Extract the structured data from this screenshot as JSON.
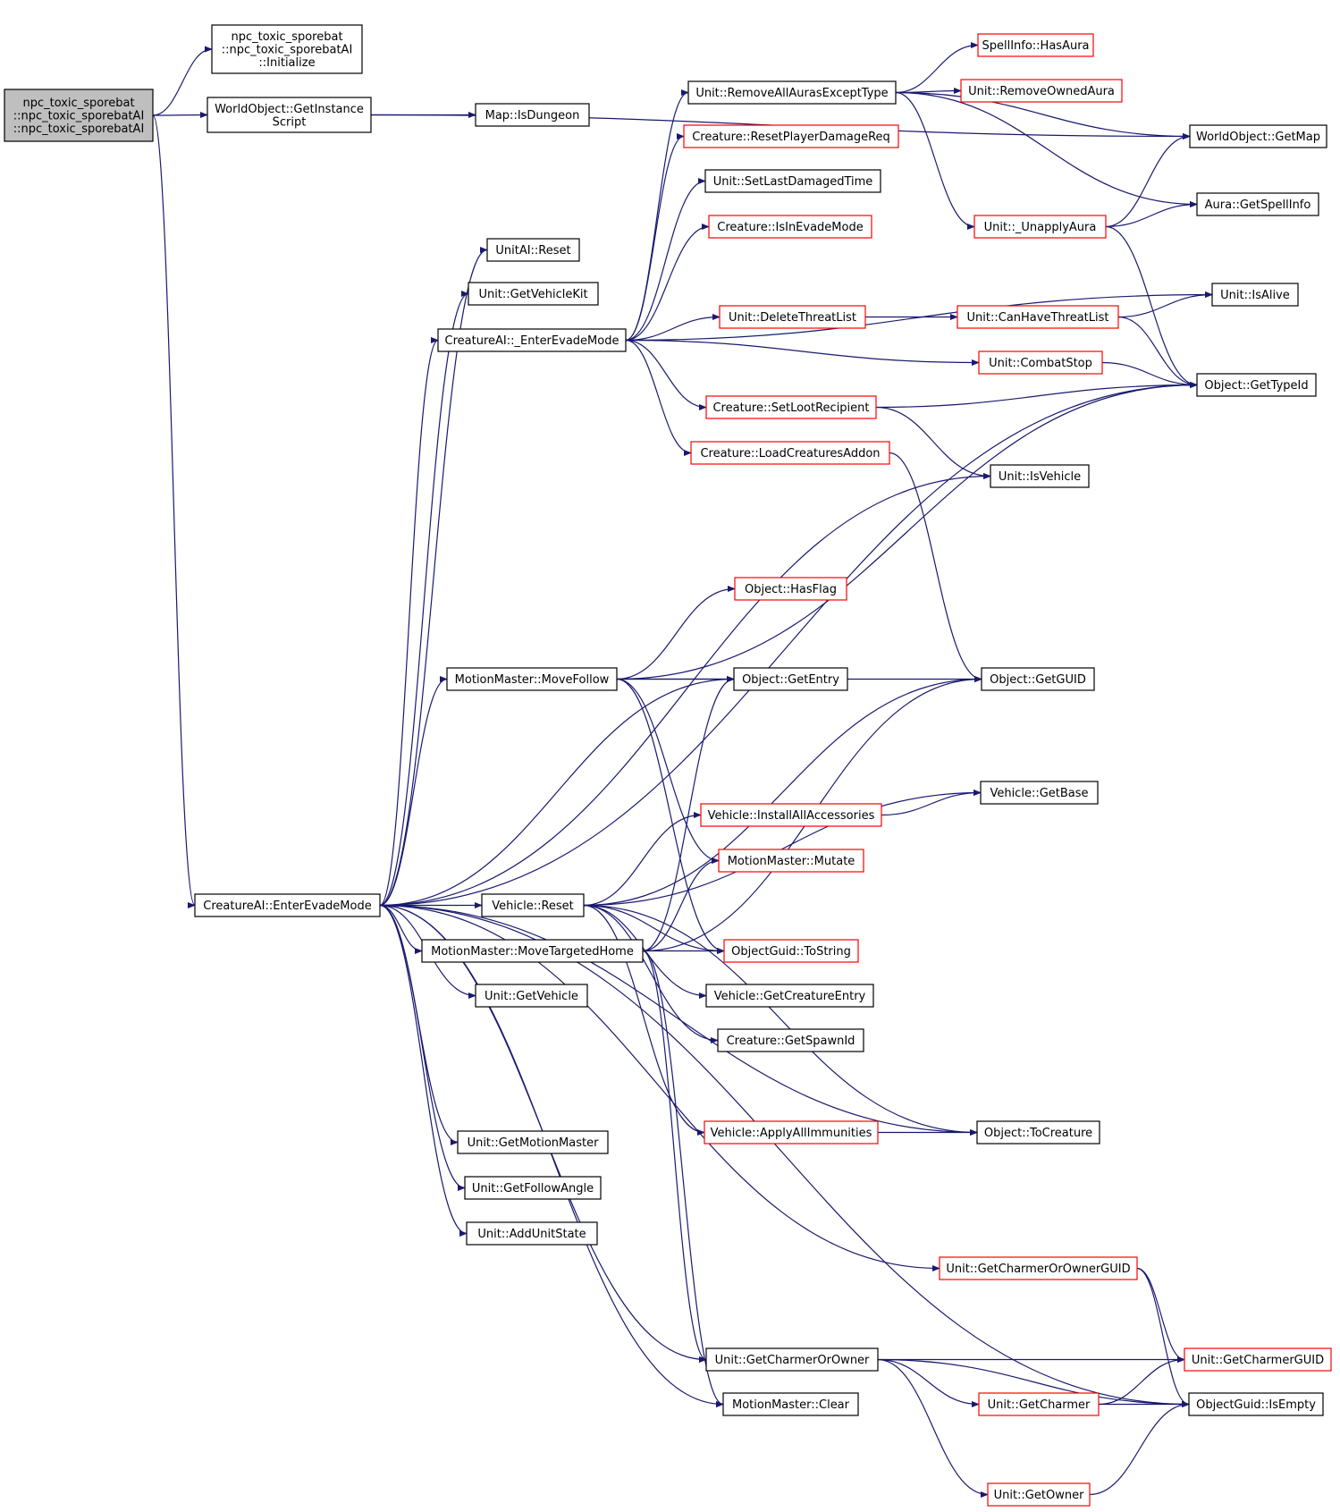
{
  "colors": {
    "edge": "#191970",
    "root_fill": "#bfbfbf",
    "node_fill": "#ffffff",
    "normal_border": "#000000",
    "truncated_border": "#ff0000"
  },
  "nodes": [
    {
      "id": "root",
      "lines": [
        "npc_toxic_sporebat",
        "::npc_toxic_sporebatAI",
        "::npc_toxic_sporebatAI"
      ],
      "style": "root"
    },
    {
      "id": "initialize",
      "lines": [
        "npc_toxic_sporebat",
        "::npc_toxic_sporebatAI",
        "::Initialize"
      ],
      "style": "normal"
    },
    {
      "id": "getinstancescript",
      "lines": [
        "WorldObject::GetInstance",
        "Script"
      ],
      "style": "normal"
    },
    {
      "id": "isdungeon",
      "lines": [
        "Map::IsDungeon"
      ],
      "style": "normal"
    },
    {
      "id": "removeallauras",
      "lines": [
        "Unit::RemoveAllAurasExceptType"
      ],
      "style": "normal"
    },
    {
      "id": "hasaura",
      "lines": [
        "SpellInfo::HasAura"
      ],
      "style": "red"
    },
    {
      "id": "removeownedaura",
      "lines": [
        "Unit::RemoveOwnedAura"
      ],
      "style": "red"
    },
    {
      "id": "getmap",
      "lines": [
        "WorldObject::GetMap"
      ],
      "style": "normal"
    },
    {
      "id": "resetplayerdamage",
      "lines": [
        "Creature::ResetPlayerDamageReq"
      ],
      "style": "red"
    },
    {
      "id": "setlastdamaged",
      "lines": [
        "Unit::SetLastDamagedTime"
      ],
      "style": "normal"
    },
    {
      "id": "getspellinfo",
      "lines": [
        "Aura::GetSpellInfo"
      ],
      "style": "normal"
    },
    {
      "id": "isinevade",
      "lines": [
        "Creature::IsInEvadeMode"
      ],
      "style": "red"
    },
    {
      "id": "unapplyaura",
      "lines": [
        "Unit::_UnapplyAura"
      ],
      "style": "red"
    },
    {
      "id": "unitaireset",
      "lines": [
        "UnitAI::Reset"
      ],
      "style": "normal"
    },
    {
      "id": "getvehiclekit",
      "lines": [
        "Unit::GetVehicleKit"
      ],
      "style": "normal"
    },
    {
      "id": "isalive",
      "lines": [
        "Unit::IsAlive"
      ],
      "style": "normal"
    },
    {
      "id": "deletethreat",
      "lines": [
        "Unit::DeleteThreatList"
      ],
      "style": "red"
    },
    {
      "id": "canhavethreat",
      "lines": [
        "Unit::CanHaveThreatList"
      ],
      "style": "red"
    },
    {
      "id": "_enterevade",
      "lines": [
        "CreatureAI::_EnterEvadeMode"
      ],
      "style": "normal"
    },
    {
      "id": "combatstop",
      "lines": [
        "Unit::CombatStop"
      ],
      "style": "red"
    },
    {
      "id": "gettypeid",
      "lines": [
        "Object::GetTypeId"
      ],
      "style": "normal"
    },
    {
      "id": "setlootrecipient",
      "lines": [
        "Creature::SetLootRecipient"
      ],
      "style": "red"
    },
    {
      "id": "loadcreaturesaddon",
      "lines": [
        "Creature::LoadCreaturesAddon"
      ],
      "style": "red"
    },
    {
      "id": "isvehicle",
      "lines": [
        "Unit::IsVehicle"
      ],
      "style": "normal"
    },
    {
      "id": "hasflag",
      "lines": [
        "Object::HasFlag"
      ],
      "style": "red"
    },
    {
      "id": "movefollow",
      "lines": [
        "MotionMaster::MoveFollow"
      ],
      "style": "normal"
    },
    {
      "id": "getentry",
      "lines": [
        "Object::GetEntry"
      ],
      "style": "normal"
    },
    {
      "id": "getguid",
      "lines": [
        "Object::GetGUID"
      ],
      "style": "normal"
    },
    {
      "id": "getbase",
      "lines": [
        "Vehicle::GetBase"
      ],
      "style": "normal"
    },
    {
      "id": "installaccessories",
      "lines": [
        "Vehicle::InstallAllAccessories"
      ],
      "style": "red"
    },
    {
      "id": "mutate",
      "lines": [
        "MotionMaster::Mutate"
      ],
      "style": "red"
    },
    {
      "id": "enterevade",
      "lines": [
        "CreatureAI::EnterEvadeMode"
      ],
      "style": "normal"
    },
    {
      "id": "vehiclereset",
      "lines": [
        "Vehicle::Reset"
      ],
      "style": "normal"
    },
    {
      "id": "movetargetedhome",
      "lines": [
        "MotionMaster::MoveTargetedHome"
      ],
      "style": "normal"
    },
    {
      "id": "tostring",
      "lines": [
        "ObjectGuid::ToString"
      ],
      "style": "red"
    },
    {
      "id": "getvehicle",
      "lines": [
        "Unit::GetVehicle"
      ],
      "style": "normal"
    },
    {
      "id": "getcreatureentry",
      "lines": [
        "Vehicle::GetCreatureEntry"
      ],
      "style": "normal"
    },
    {
      "id": "getspawnid",
      "lines": [
        "Creature::GetSpawnId"
      ],
      "style": "normal"
    },
    {
      "id": "applyimmunities",
      "lines": [
        "Vehicle::ApplyAllImmunities"
      ],
      "style": "red"
    },
    {
      "id": "tocreature",
      "lines": [
        "Object::ToCreature"
      ],
      "style": "normal"
    },
    {
      "id": "getmotionmaster",
      "lines": [
        "Unit::GetMotionMaster"
      ],
      "style": "normal"
    },
    {
      "id": "getfollowangle",
      "lines": [
        "Unit::GetFollowAngle"
      ],
      "style": "normal"
    },
    {
      "id": "addunitstate",
      "lines": [
        "Unit::AddUnitState"
      ],
      "style": "normal"
    },
    {
      "id": "getcharmerorownerguid",
      "lines": [
        "Unit::GetCharmerOrOwnerGUID"
      ],
      "style": "red"
    },
    {
      "id": "getcharmerorowner",
      "lines": [
        "Unit::GetCharmerOrOwner"
      ],
      "style": "normal"
    },
    {
      "id": "getcharmerguid",
      "lines": [
        "Unit::GetCharmerGUID"
      ],
      "style": "red"
    },
    {
      "id": "clear",
      "lines": [
        "MotionMaster::Clear"
      ],
      "style": "normal"
    },
    {
      "id": "getcharmer",
      "lines": [
        "Unit::GetCharmer"
      ],
      "style": "red"
    },
    {
      "id": "isempty",
      "lines": [
        "ObjectGuid::IsEmpty"
      ],
      "style": "normal"
    },
    {
      "id": "getowner",
      "lines": [
        "Unit::GetOwner"
      ],
      "style": "red"
    }
  ],
  "edges": [
    [
      "root",
      "initialize"
    ],
    [
      "root",
      "getinstancescript"
    ],
    [
      "root",
      "enterevade"
    ],
    [
      "getinstancescript",
      "isdungeon"
    ],
    [
      "getinstancescript",
      "getmap"
    ],
    [
      "removeallauras",
      "hasaura"
    ],
    [
      "removeallauras",
      "removeownedaura"
    ],
    [
      "removeallauras",
      "getmap"
    ],
    [
      "removeallauras",
      "getspellinfo"
    ],
    [
      "removeallauras",
      "unapplyaura"
    ],
    [
      "unapplyaura",
      "getmap"
    ],
    [
      "unapplyaura",
      "getspellinfo"
    ],
    [
      "unapplyaura",
      "gettypeid"
    ],
    [
      "_enterevade",
      "removeallauras"
    ],
    [
      "_enterevade",
      "resetplayerdamage"
    ],
    [
      "_enterevade",
      "setlastdamaged"
    ],
    [
      "_enterevade",
      "isinevade"
    ],
    [
      "_enterevade",
      "isalive"
    ],
    [
      "_enterevade",
      "deletethreat"
    ],
    [
      "_enterevade",
      "combatstop"
    ],
    [
      "_enterevade",
      "setlootrecipient"
    ],
    [
      "_enterevade",
      "loadcreaturesaddon"
    ],
    [
      "deletethreat",
      "canhavethreat"
    ],
    [
      "canhavethreat",
      "isalive"
    ],
    [
      "canhavethreat",
      "gettypeid"
    ],
    [
      "combatstop",
      "gettypeid"
    ],
    [
      "setlootrecipient",
      "gettypeid"
    ],
    [
      "setlootrecipient",
      "isvehicle"
    ],
    [
      "loadcreaturesaddon",
      "getguid"
    ],
    [
      "movefollow",
      "hasflag"
    ],
    [
      "movefollow",
      "getentry"
    ],
    [
      "movefollow",
      "getguid"
    ],
    [
      "movefollow",
      "gettypeid"
    ],
    [
      "movefollow",
      "mutate"
    ],
    [
      "movefollow",
      "tostring"
    ],
    [
      "enterevade",
      "unitaireset"
    ],
    [
      "enterevade",
      "getvehiclekit"
    ],
    [
      "enterevade",
      "_enterevade"
    ],
    [
      "enterevade",
      "isvehicle"
    ],
    [
      "enterevade",
      "movefollow"
    ],
    [
      "enterevade",
      "getentry"
    ],
    [
      "enterevade",
      "vehiclereset"
    ],
    [
      "enterevade",
      "movetargetedhome"
    ],
    [
      "enterevade",
      "getvehicle"
    ],
    [
      "enterevade",
      "getmotionmaster"
    ],
    [
      "enterevade",
      "getfollowangle"
    ],
    [
      "enterevade",
      "addunitstate"
    ],
    [
      "enterevade",
      "tocreature"
    ],
    [
      "enterevade",
      "gettypeid"
    ],
    [
      "enterevade",
      "getcharmerorownerguid"
    ],
    [
      "enterevade",
      "isempty"
    ],
    [
      "enterevade",
      "getcharmerorowner"
    ],
    [
      "enterevade",
      "clear"
    ],
    [
      "vehiclereset",
      "getguid"
    ],
    [
      "vehiclereset",
      "getbase"
    ],
    [
      "vehiclereset",
      "installaccessories"
    ],
    [
      "vehiclereset",
      "tocreature"
    ],
    [
      "vehiclereset",
      "tostring"
    ],
    [
      "vehiclereset",
      "getcreatureentry"
    ],
    [
      "vehiclereset",
      "getspawnid"
    ],
    [
      "vehiclereset",
      "applyimmunities"
    ],
    [
      "installaccessories",
      "getbase"
    ],
    [
      "applyimmunities",
      "tocreature"
    ],
    [
      "movetargetedhome",
      "getentry"
    ],
    [
      "movetargetedhome",
      "mutate"
    ],
    [
      "movetargetedhome",
      "tostring"
    ],
    [
      "movetargetedhome",
      "getguid"
    ],
    [
      "movetargetedhome",
      "getcharmerorowner"
    ],
    [
      "movetargetedhome",
      "clear"
    ],
    [
      "getcharmerorownerguid",
      "getcharmerguid"
    ],
    [
      "getcharmerorownerguid",
      "isempty"
    ],
    [
      "getcharmerorowner",
      "getcharmerguid"
    ],
    [
      "getcharmerorowner",
      "getcharmer"
    ],
    [
      "getcharmerorowner",
      "isempty"
    ],
    [
      "getcharmerorowner",
      "getowner"
    ],
    [
      "getcharmer",
      "getcharmerguid"
    ],
    [
      "getcharmer",
      "isempty"
    ],
    [
      "getowner",
      "isempty"
    ]
  ]
}
